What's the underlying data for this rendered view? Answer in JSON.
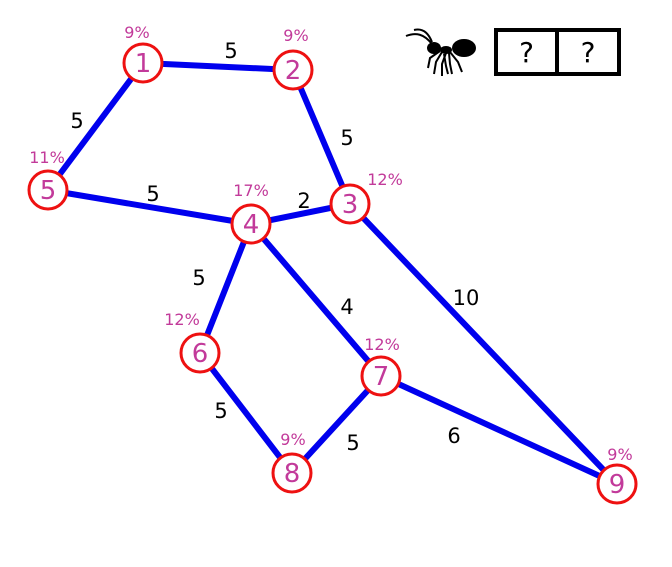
{
  "graph": {
    "nodes": [
      {
        "id": "1",
        "percent": "9%"
      },
      {
        "id": "2",
        "percent": "9%"
      },
      {
        "id": "3",
        "percent": "12%"
      },
      {
        "id": "4",
        "percent": "17%"
      },
      {
        "id": "5",
        "percent": "11%"
      },
      {
        "id": "6",
        "percent": "12%"
      },
      {
        "id": "7",
        "percent": "12%"
      },
      {
        "id": "8",
        "percent": "9%"
      },
      {
        "id": "9",
        "percent": "9%"
      }
    ],
    "edges": [
      {
        "from": "1",
        "to": "2",
        "weight": "5"
      },
      {
        "from": "1",
        "to": "5",
        "weight": "5"
      },
      {
        "from": "2",
        "to": "3",
        "weight": "5"
      },
      {
        "from": "5",
        "to": "4",
        "weight": "5"
      },
      {
        "from": "4",
        "to": "3",
        "weight": "2"
      },
      {
        "from": "3",
        "to": "9",
        "weight": "10"
      },
      {
        "from": "4",
        "to": "6",
        "weight": "5"
      },
      {
        "from": "4",
        "to": "7",
        "weight": "4"
      },
      {
        "from": "6",
        "to": "8",
        "weight": "5"
      },
      {
        "from": "7",
        "to": "8",
        "weight": "5"
      },
      {
        "from": "7",
        "to": "9",
        "weight": "6"
      }
    ],
    "colors": {
      "edge": "#0000ee",
      "node_border": "#ee1111",
      "node_text": "#c23a9a",
      "weight_text": "#000000"
    }
  },
  "ant_panel": {
    "icon": "ant-icon",
    "boxes": [
      "?",
      "?"
    ]
  }
}
